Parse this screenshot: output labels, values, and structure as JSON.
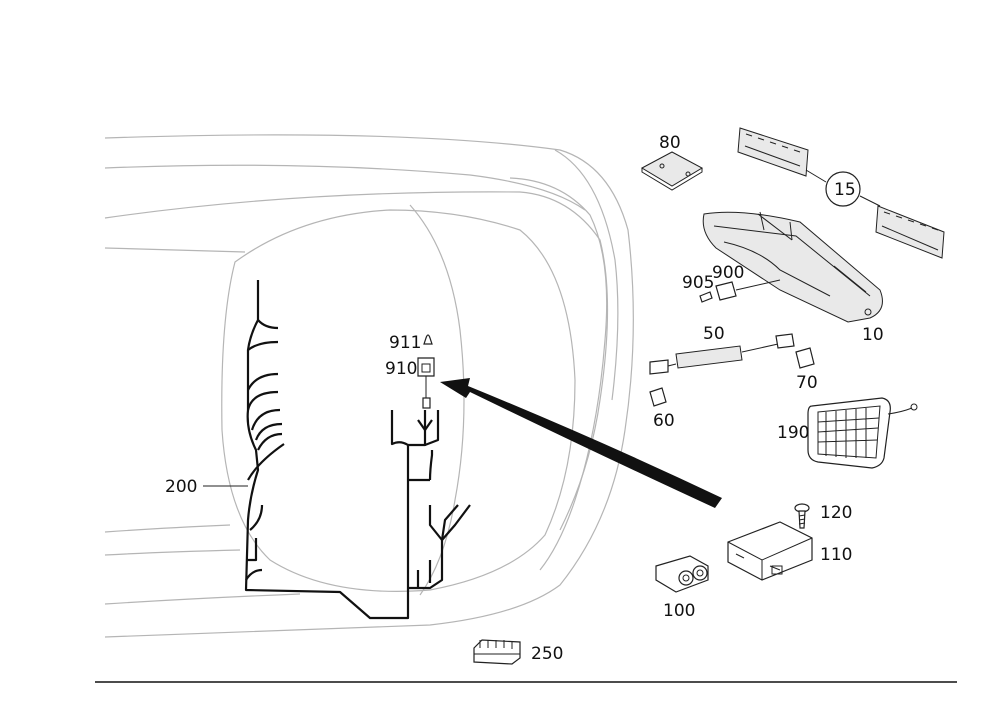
{
  "colors": {
    "line": "#111111",
    "body_outline": "#b5b5b5",
    "background": "#ffffff"
  },
  "callouts": {
    "p10": "10",
    "p15": "15",
    "p50": "50",
    "p60": "60",
    "p70": "70",
    "p80": "80",
    "p100": "100",
    "p110": "110",
    "p120": "120",
    "p190": "190",
    "p200": "200",
    "p250": "250",
    "p900": "900",
    "p905": "905",
    "p910": "910",
    "p911": "911"
  }
}
